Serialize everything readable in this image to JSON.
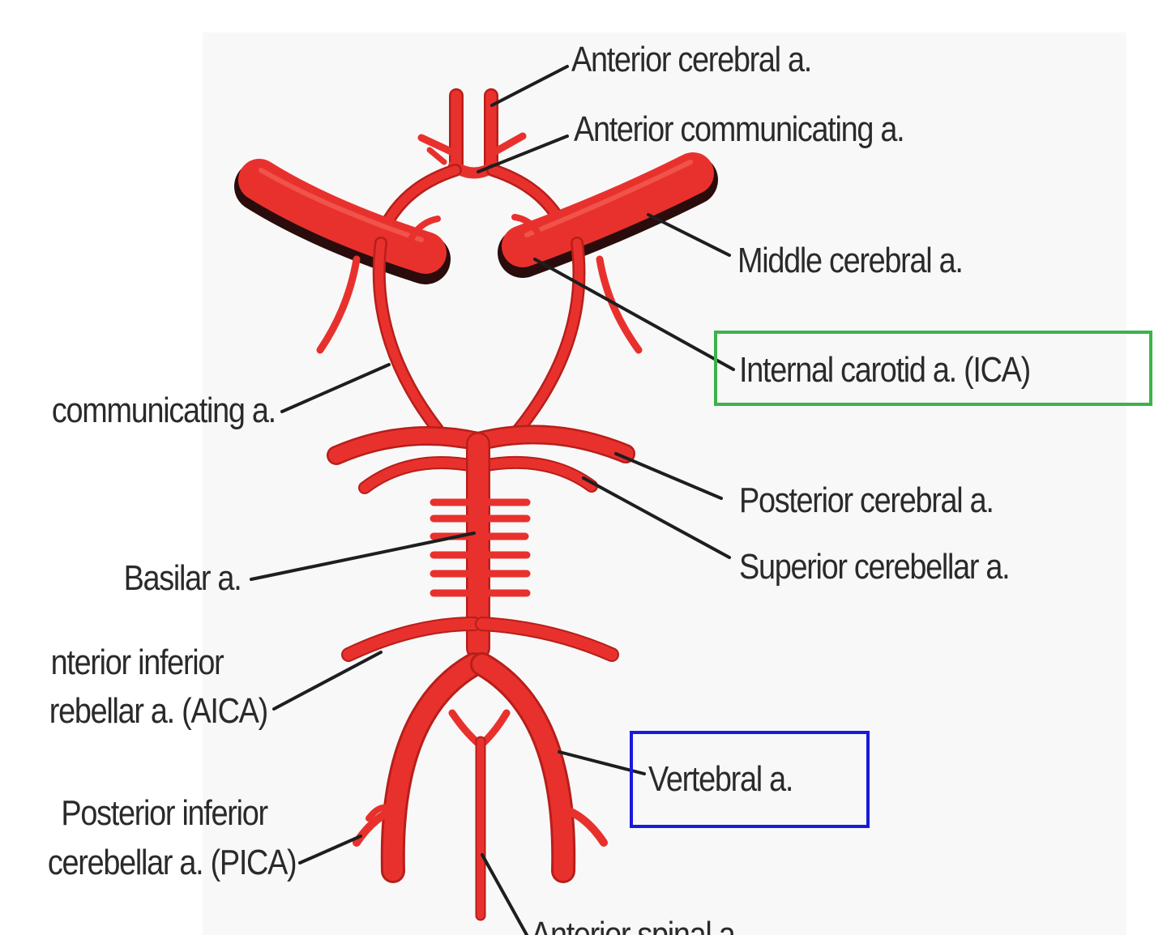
{
  "labels": {
    "anterior_cerebral": "Anterior cerebral a.",
    "anterior_communicating": "Anterior communicating a.",
    "middle_cerebral": "Middle cerebral a.",
    "internal_carotid": "Internal carotid a. (ICA)",
    "posterior_communicating": "communicating a.",
    "posterior_cerebral": "Posterior cerebral a.",
    "superior_cerebellar": "Superior cerebellar a.",
    "basilar": "Basilar a.",
    "aica_line1": "nterior inferior",
    "aica_line2": "rebellar a. (AICA)",
    "pica_line1": "Posterior inferior",
    "pica_line2": "cerebellar a. (PICA)",
    "vertebral": "Vertebral a.",
    "anterior_spinal": "Anterior spinal a."
  },
  "highlights": {
    "internal_carotid_color": "#3cb34a",
    "vertebral_color": "#1a1adb"
  },
  "colors": {
    "artery": "#e8312d",
    "artery_shadow": "#b81e1a",
    "artery_dark": "#1a0a0a",
    "leader": "#1e1e1e"
  }
}
